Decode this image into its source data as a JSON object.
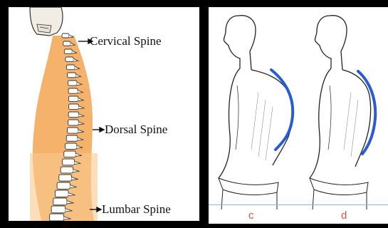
{
  "left_figure": {
    "labels": {
      "cervical": "Cervical Spine",
      "dorsal": "Dorsal Spine",
      "lumbar": "Lumbar Spine"
    },
    "colors": {
      "body_fill": "#f5b26b",
      "body_fill_light": "#f9c98f",
      "bone": "#ffffff",
      "bone_outline": "#333333"
    }
  },
  "right_figure": {
    "labels": {
      "left": "c",
      "right": "d"
    },
    "colors": {
      "curve": "#2a5bd7",
      "label": "#d9534f",
      "divider": "#8ab4e8"
    }
  }
}
